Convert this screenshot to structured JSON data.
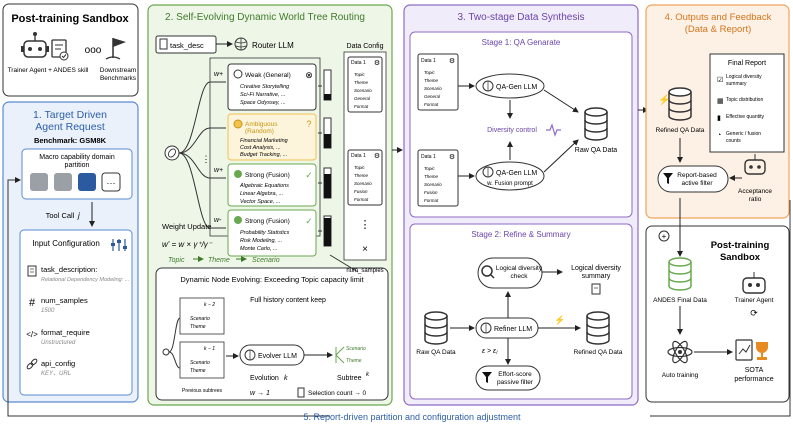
{
  "colors": {
    "blue_bg": "#eaf1fb",
    "blue_border": "#5b8bd0",
    "green_bg": "#eef6e8",
    "green_border": "#6aa84f",
    "purple_bg": "#f1ecf9",
    "purple_border": "#8e6bc7",
    "orange_bg": "#fdf0e4",
    "orange_border": "#f0a35e",
    "amber": "#f2c14e",
    "amber_text": "#c89510",
    "green_node": "#6aa84f"
  },
  "sandbox_top": {
    "title": "Post-training Sandbox",
    "agent_label": "Trainer Agent + ANDES skill",
    "bench_label": "Downstream Benchmarks",
    "dots": "ooo"
  },
  "section1": {
    "title_line1": "1. Target Driven",
    "title_line2": "Agent Request",
    "benchmark": "Benchmark: GSM8K",
    "macro_line1": "Macro capability domain",
    "macro_line2": "partition",
    "more": "···",
    "tool_call": "Tool Call",
    "tool_call_var": "j",
    "input_config": "Input Configuration",
    "fields": [
      {
        "icon": "document-icon",
        "label": "task_description:",
        "value": "Relational Dependency Modeling: ..."
      },
      {
        "icon": "hash-icon",
        "label": "num_samples",
        "value": "1500"
      },
      {
        "icon": "code-icon",
        "label": "format_require",
        "value": "Unstructured"
      },
      {
        "icon": "link-icon",
        "label": "api_config",
        "value": "KEY、URL"
      }
    ]
  },
  "section2": {
    "title": "2. Self-Evolving Dynamic World Tree Routing",
    "task_desc": "task_desc",
    "router": "Router LLM",
    "w_plus": "w+",
    "w_minus": "w-",
    "weight_update": "Weight Update",
    "formula": "w' = w × γ⁺/γ⁻",
    "nodes": [
      {
        "title": "Weak (General)",
        "items": [
          "Creative Storytelling",
          "Sci-Fi Narrative, ...",
          "Space Odyssey, ..."
        ],
        "status": "⊗"
      },
      {
        "title": "Ambiguous (Random)",
        "items": [
          "Financial Marketing",
          "Cost Analysis, ...",
          "Budget Tracking, ..."
        ],
        "status": "?"
      },
      {
        "title": "Strong (Fusion)",
        "items": [
          "Algebraic Equations",
          "Linear Algebra, ...",
          "Vector Space, ..."
        ],
        "status": "✓"
      },
      {
        "title": "Strong (Fusion)",
        "items": [
          "Probability Statistics",
          "Risk Modeling, ...",
          "Monte Carlo, ..."
        ],
        "status": "✓"
      }
    ],
    "path_topic": "Topic",
    "path_theme": "Theme",
    "path_scenario": "Scenario",
    "dne_title": "Dynamic Node Evolving: Exceeding Topic capacity limit",
    "history": "Full history content keep",
    "evolver": "Evolver LLM",
    "sub_k1": "k − 1",
    "sub_k2": "k − 2",
    "scenario": "Scenario",
    "theme": "Theme",
    "prev_subtrees": "Previous subtrees",
    "evolution": "Evolution",
    "evolution_var": "k",
    "subtree": "Subtree",
    "subtree_var": "k",
    "w_arrow": "w → 1",
    "selection": "Selection count → 0"
  },
  "data_config": {
    "title": "Data Config",
    "card_label": "Data 1",
    "topic": "Topic",
    "theme": "Theme",
    "scenario": "Scenario",
    "general": "General",
    "fusion": "Fusion",
    "format": "Format",
    "vdots": "⋮",
    "times": "×",
    "num_samples": "num_samples"
  },
  "section3": {
    "title": "3. Two-stage Data Synthesis",
    "stage1": "Stage 1: QA Genarate",
    "qagen": "QA-Gen LLM",
    "diversity": "Diversity control",
    "fusion_prompt": "w. Fusion prompt",
    "raw_qa": "Raw QA Data",
    "stage2": "Stage 2: Refine & Summary",
    "logical_check1": "Logical diversity",
    "logical_check2": "check",
    "logical_summary1": "Logical diversity",
    "logical_summary2": "summary",
    "refiner": "Refiner LLM",
    "refined_qa": "Refined QA Data",
    "threshold": "ε > εⱼ",
    "effort1": "Effort-score",
    "effort2": "passive filter"
  },
  "section4": {
    "title_line1": "4. Outputs and Feedback",
    "title_line2": "(Data & Report)",
    "refined_qa": "Refined QA Data",
    "final_report": "Final Report",
    "report_items": [
      "Logical diversity summary",
      "Topic distribution",
      "Effective quantity",
      "Generic / fusion counts"
    ],
    "report_filter1": "Report-based",
    "report_filter2": "active filter",
    "acceptance1": "Acceptance",
    "acceptance2": "ratio"
  },
  "sandbox_bottom": {
    "title_line1": "Post-training",
    "title_line2": "Sandbox",
    "andes": "ANDES Final Data",
    "trainer": "Trainer Agent",
    "auto": "Auto training",
    "sota1": "SOTA",
    "sota2": "performance"
  },
  "footer": "5. Report-driven partition and configuration adjustment"
}
